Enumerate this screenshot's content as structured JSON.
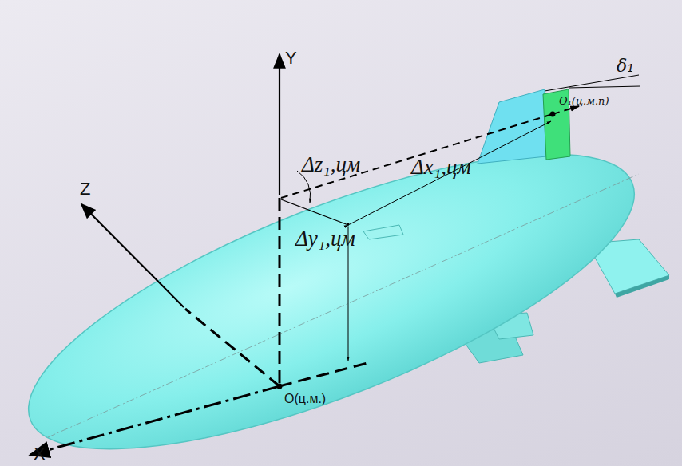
{
  "diagram": {
    "labels": [
      "Y",
      "Z",
      "X",
      "O(ц.м.)",
      "O₁(ц.м.п)",
      "δ₁",
      "Δz₁,цм",
      "Δx₁,цм",
      "Δy₁,цм"
    ]
  }
}
